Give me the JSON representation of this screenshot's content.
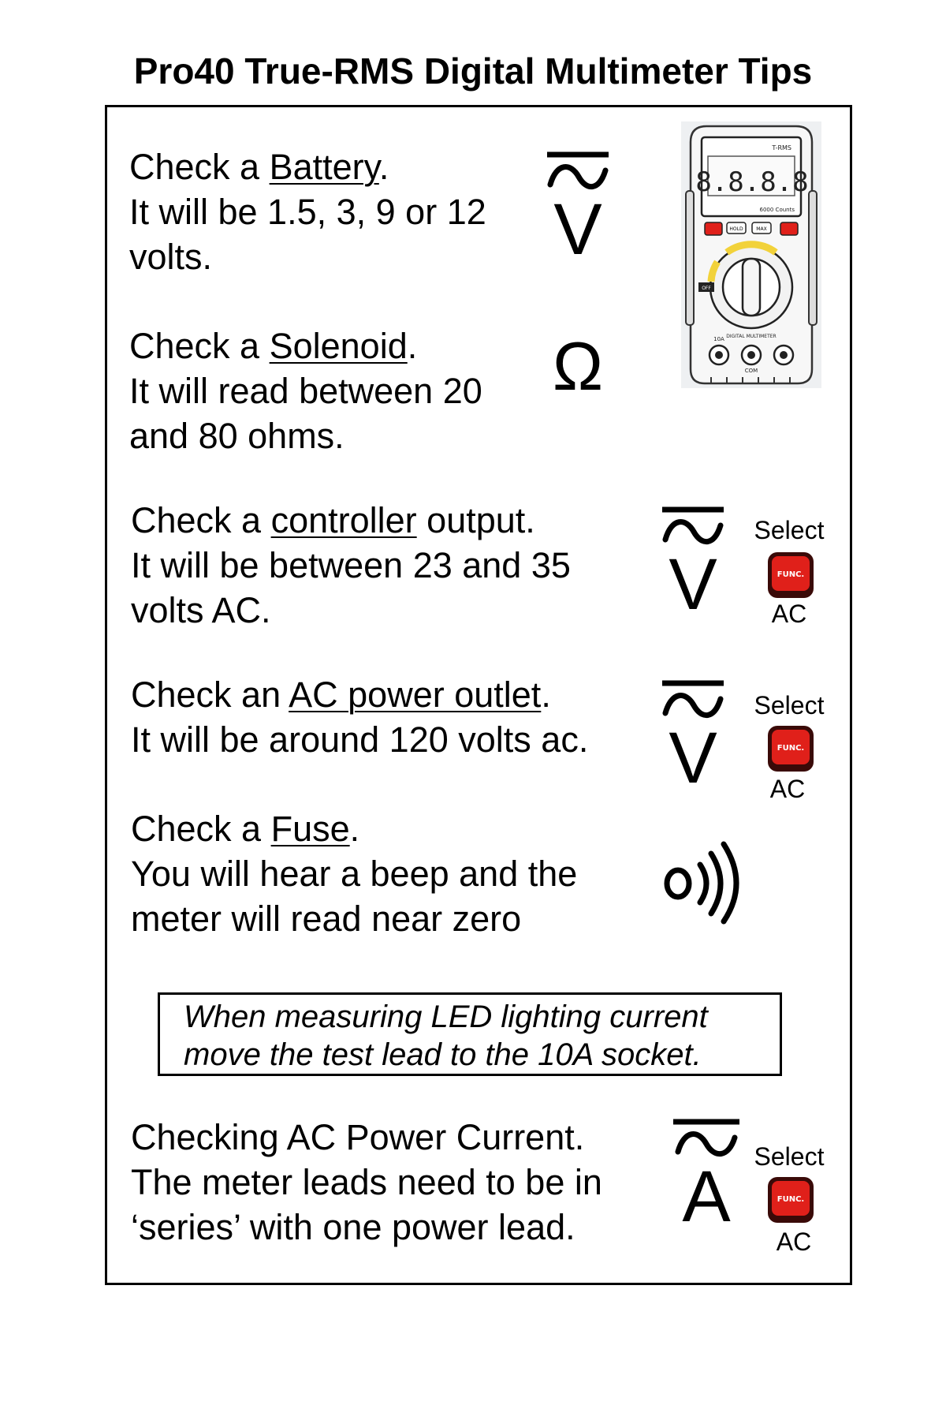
{
  "title": "Pro40 True-RMS Digital Multimeter Tips",
  "tips": [
    {
      "pre": "Check a ",
      "key": "Battery",
      "post": ".",
      "lines": [
        "It will be 1.5, 3, 9 or 12",
        "volts."
      ],
      "symbol": "V"
    },
    {
      "pre": "Check a ",
      "key": "Solenoid",
      "post": ".",
      "lines": [
        "It will read between 20",
        "and 80 ohms."
      ],
      "symbol": "Ω"
    },
    {
      "pre": "Check a ",
      "key": "controller",
      "post": " output.",
      "lines": [
        "It will be between 23 and 35",
        "volts AC."
      ],
      "symbol": "V"
    },
    {
      "pre": "Check an ",
      "key": "AC power outlet",
      "post": ".",
      "lines": [
        "It will be around 120 volts ac."
      ],
      "symbol": "V"
    },
    {
      "pre": "Check a ",
      "key": "Fuse",
      "post": ".",
      "lines": [
        "You will hear a beep and the",
        "meter will read near zero"
      ],
      "symbol": "continuity-icon"
    },
    {
      "pre": "Checking AC Power Current.",
      "key": "",
      "post": "",
      "lines": [
        "The meter leads need to be in",
        "‘series’ with one power lead."
      ],
      "symbol": "A"
    }
  ],
  "select_label": "Select",
  "func_label": "FUNC.",
  "ac_label": "AC",
  "note": [
    "When measuring LED lighting current",
    "move the test lead to the 10A socket."
  ],
  "meter": {
    "display": "8.8.8.8",
    "brand": "T-RMS",
    "counts": "6000 Counts",
    "dial_label": "DIGITAL MULTIMETER",
    "off_label": "OFF",
    "hold_label": "HOLD",
    "max_label": "MAX",
    "com_label": "COM",
    "amp_label": "10A"
  },
  "colors": {
    "func_red": "#e0201a",
    "func_dark": "#3a0a08"
  }
}
